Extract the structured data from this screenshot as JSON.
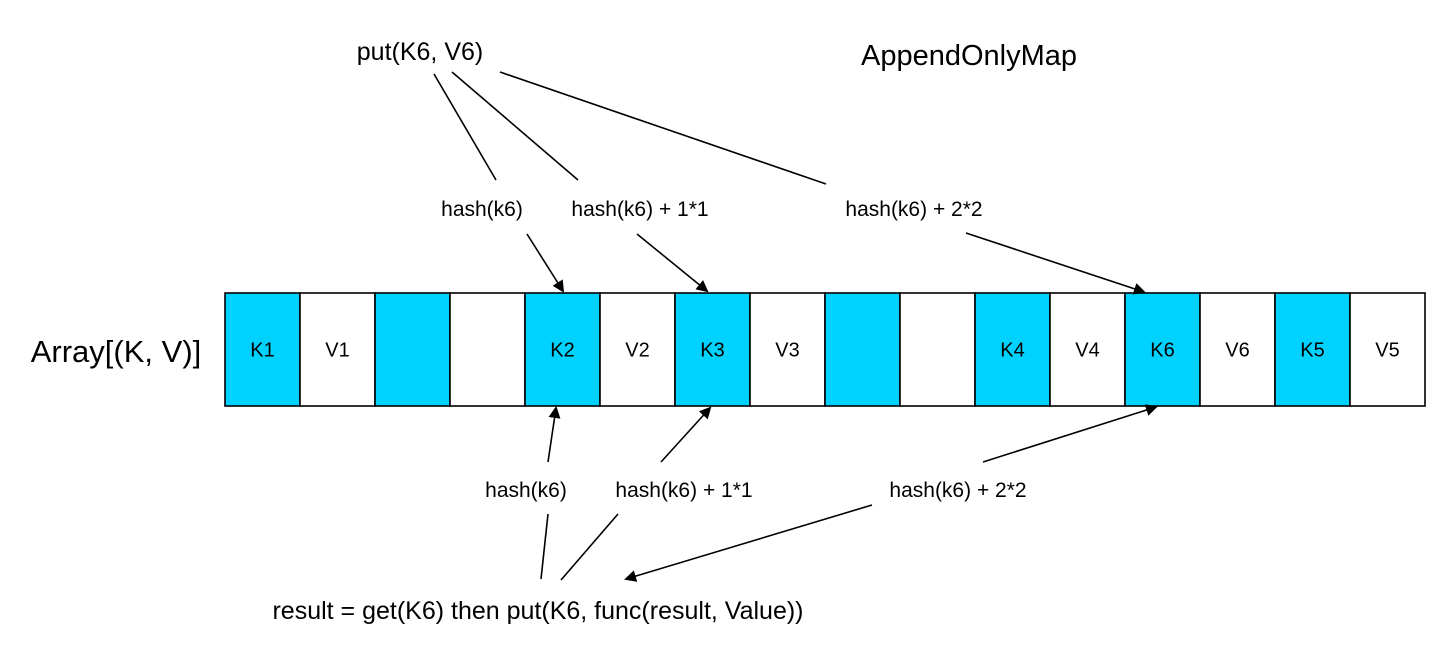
{
  "title": "AppendOnlyMap",
  "array_label": "Array[(K, V)]",
  "put_label": "put(K6, V6)",
  "result_label": "result = get(K6) then put(K6, func(result, Value))",
  "colors": {
    "key_fill": "#00d2ff",
    "empty_fill": "#ffffff",
    "stroke": "#000000"
  },
  "cells": [
    {
      "label": "K1",
      "kind": "key"
    },
    {
      "label": "V1",
      "kind": "value"
    },
    {
      "label": "",
      "kind": "key"
    },
    {
      "label": "",
      "kind": "value"
    },
    {
      "label": "K2",
      "kind": "key"
    },
    {
      "label": "V2",
      "kind": "value"
    },
    {
      "label": "K3",
      "kind": "key"
    },
    {
      "label": "V3",
      "kind": "value"
    },
    {
      "label": "",
      "kind": "key"
    },
    {
      "label": "",
      "kind": "value"
    },
    {
      "label": "K4",
      "kind": "key"
    },
    {
      "label": "V4",
      "kind": "value"
    },
    {
      "label": "K6",
      "kind": "key"
    },
    {
      "label": "V6",
      "kind": "value"
    },
    {
      "label": "K5",
      "kind": "key"
    },
    {
      "label": "V5",
      "kind": "value"
    }
  ],
  "top_probes": [
    {
      "label": "hash(k6)",
      "target_cell": 4
    },
    {
      "label": "hash(k6) + 1*1",
      "target_cell": 6
    },
    {
      "label": "hash(k6) + 2*2",
      "target_cell": 12
    }
  ],
  "bottom_probes": [
    {
      "label": "hash(k6)",
      "target_cell": 4
    },
    {
      "label": "hash(k6) + 1*1",
      "target_cell": 6
    },
    {
      "label": "hash(k6) + 2*2",
      "target_cell": 12
    }
  ]
}
